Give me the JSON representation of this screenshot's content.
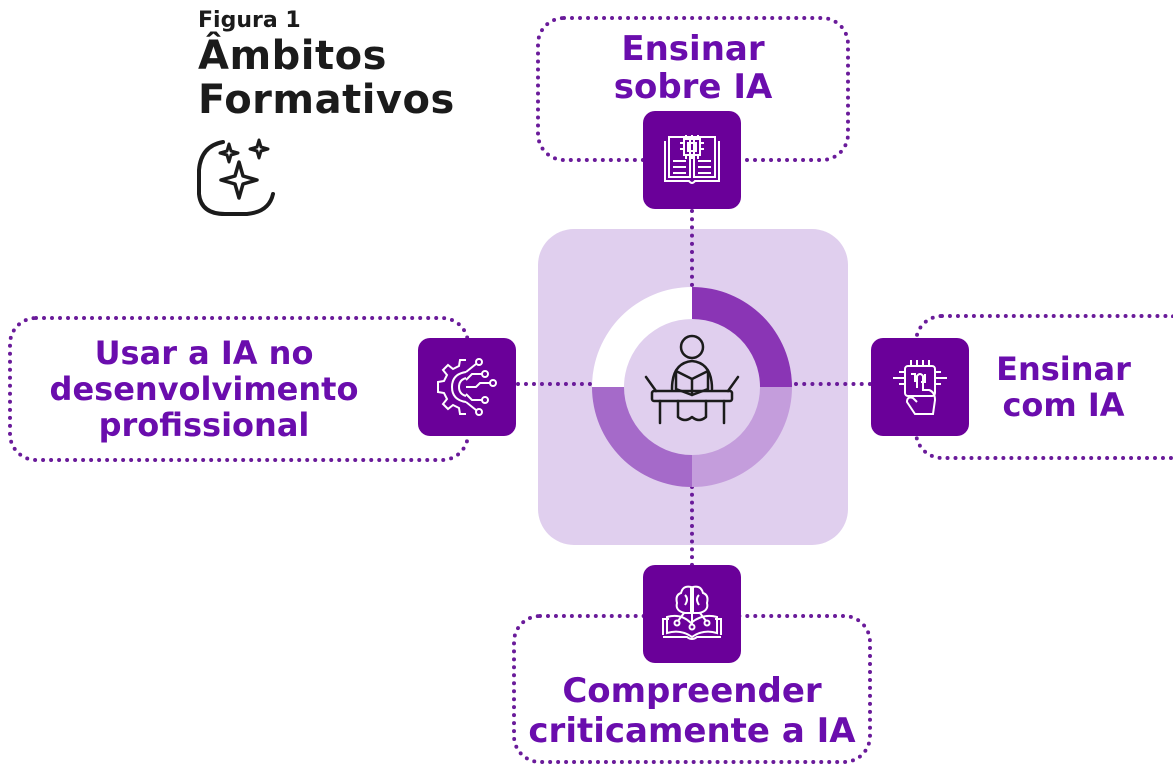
{
  "figure": {
    "label": "Figura 1",
    "title_line1": "Âmbitos",
    "title_line2": "Formativos"
  },
  "nodes": {
    "top": {
      "line1": "Ensinar",
      "line2": "sobre IA"
    },
    "left": {
      "line1": "Usar a IA no",
      "line2": "desenvolvimento",
      "line3": "profissional"
    },
    "right": {
      "line1": "Ensinar",
      "line2": "com IA"
    },
    "bottom": {
      "line1": "Compreender",
      "line2": "criticamente a IA"
    }
  },
  "icons": {
    "title": "sparkles-icon",
    "top": "circuit-book-icon",
    "left": "gear-circuit-icon",
    "right": "touch-chip-icon",
    "bottom": "brain-book-icon",
    "center": "reader-at-desk-icon"
  },
  "colors": {
    "accent": "#6a0099",
    "text_purple": "#6a0dad",
    "panel": "#e0cfee",
    "donut_dark": "#8a35b5",
    "donut_mid": "#a56ac9",
    "donut_light": "#c49ddc"
  }
}
